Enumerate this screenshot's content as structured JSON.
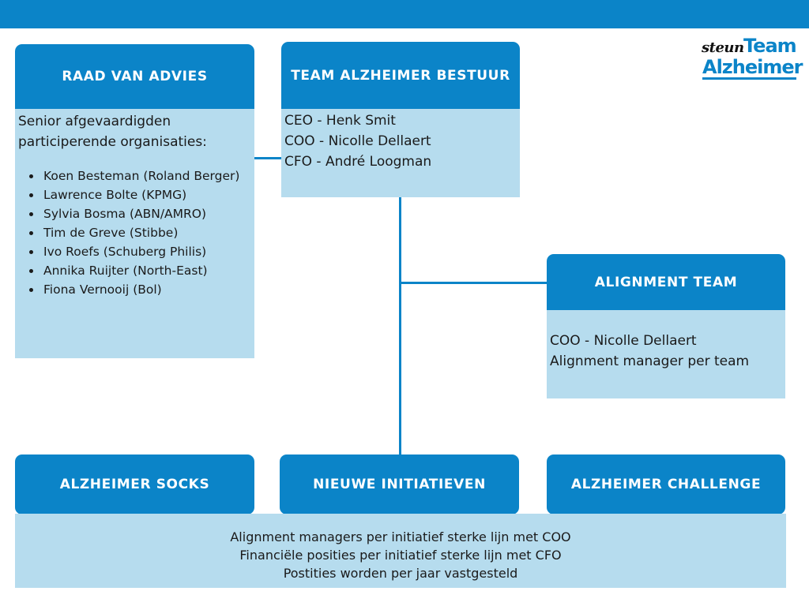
{
  "colors": {
    "primary": "#0B84C8",
    "light": "#B6DCEE",
    "line": "#0B84C8"
  },
  "logo": {
    "steun": "steun",
    "team": "Team",
    "alzheimer": "Alzheimer"
  },
  "raad": {
    "title": "RAAD VAN ADVIES",
    "intro": "Senior afgevaardigden participerende organisaties:",
    "members": [
      "Koen Besteman (Roland Berger)",
      "Lawrence Bolte (KPMG)",
      "Sylvia Bosma (ABN/AMRO)",
      "Tim de Greve (Stibbe)",
      "Ivo Roefs (Schuberg Philis)",
      "Annika Ruijter (North-East)",
      "Fiona Vernooij (Bol)"
    ]
  },
  "bestuur": {
    "title": "TEAM ALZHEIMER BESTUUR",
    "lines": [
      "CEO - Henk Smit",
      "COO - Nicolle Dellaert",
      "CFO - André Loogman"
    ]
  },
  "alignment": {
    "title": "ALIGNMENT TEAM",
    "lines": [
      "COO - Nicolle Dellaert",
      "Alignment manager per team"
    ]
  },
  "bottom_boxes": [
    "ALZHEIMER SOCKS",
    "NIEUWE INITIATIEVEN",
    "ALZHEIMER CHALLENGE"
  ],
  "bottom_notes": [
    "Alignment managers per initiatief sterke lijn met COO",
    "Financiële posities per initiatief sterke lijn met CFO",
    "Postities worden per jaar vastgesteld"
  ]
}
